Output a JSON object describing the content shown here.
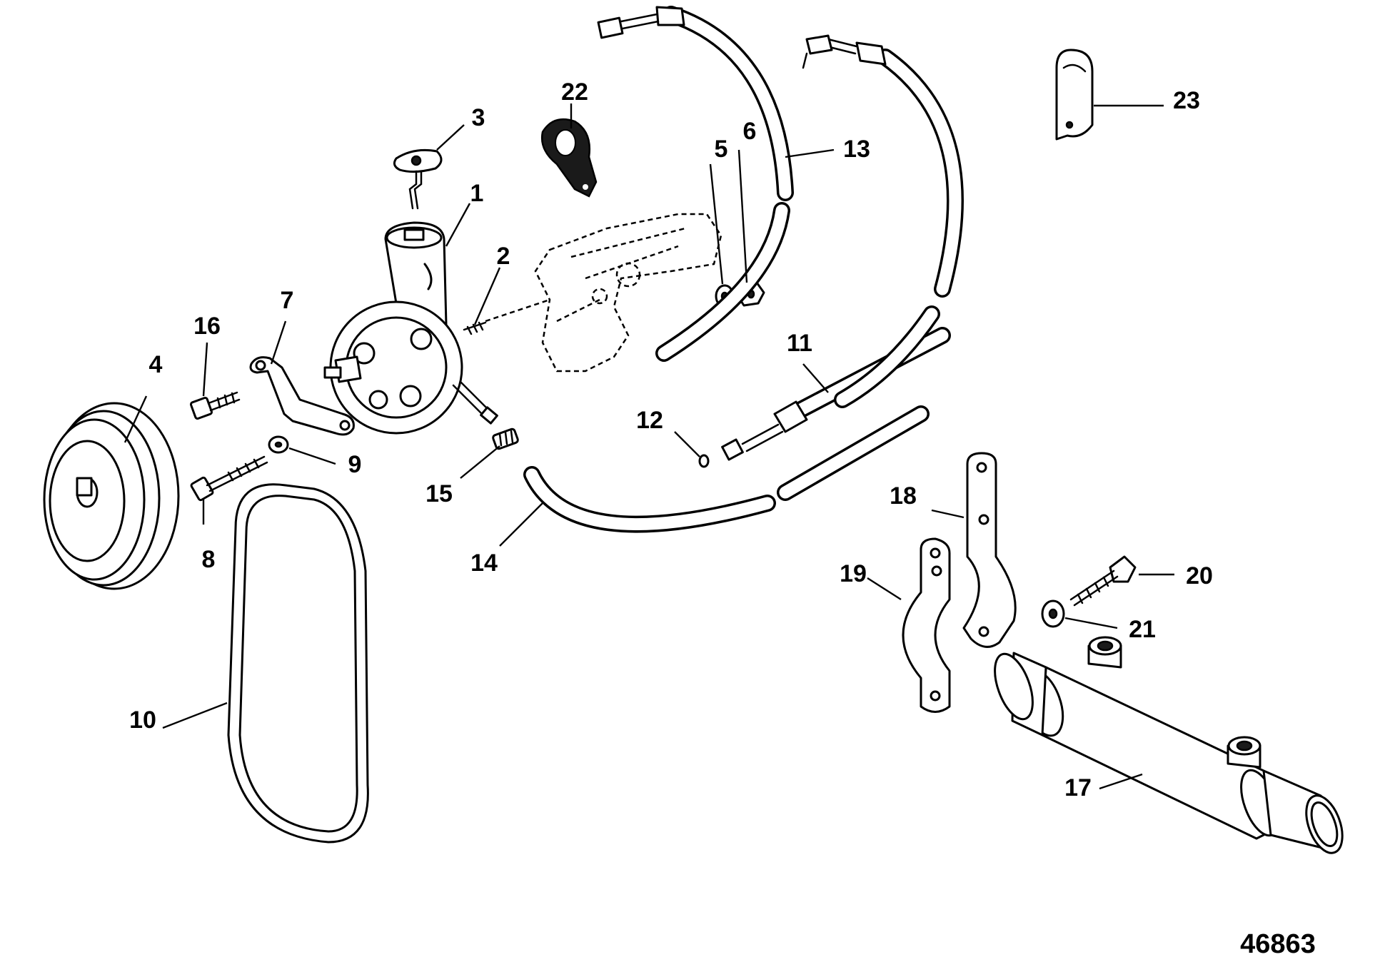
{
  "figure_number": "46863",
  "callouts": [
    {
      "id": "c1",
      "label": "1"
    },
    {
      "id": "c2",
      "label": "2"
    },
    {
      "id": "c3",
      "label": "3"
    },
    {
      "id": "c4",
      "label": "4"
    },
    {
      "id": "c5",
      "label": "5"
    },
    {
      "id": "c6",
      "label": "6"
    },
    {
      "id": "c7",
      "label": "7"
    },
    {
      "id": "c8",
      "label": "8"
    },
    {
      "id": "c9",
      "label": "9"
    },
    {
      "id": "c10",
      "label": "10"
    },
    {
      "id": "c11",
      "label": "11"
    },
    {
      "id": "c12",
      "label": "12"
    },
    {
      "id": "c13",
      "label": "13"
    },
    {
      "id": "c14",
      "label": "14"
    },
    {
      "id": "c15",
      "label": "15"
    },
    {
      "id": "c16",
      "label": "16"
    },
    {
      "id": "c17",
      "label": "17"
    },
    {
      "id": "c18",
      "label": "18"
    },
    {
      "id": "c19",
      "label": "19"
    },
    {
      "id": "c20",
      "label": "20"
    },
    {
      "id": "c21",
      "label": "21"
    },
    {
      "id": "c22",
      "label": "22"
    },
    {
      "id": "c23",
      "label": "23"
    }
  ]
}
